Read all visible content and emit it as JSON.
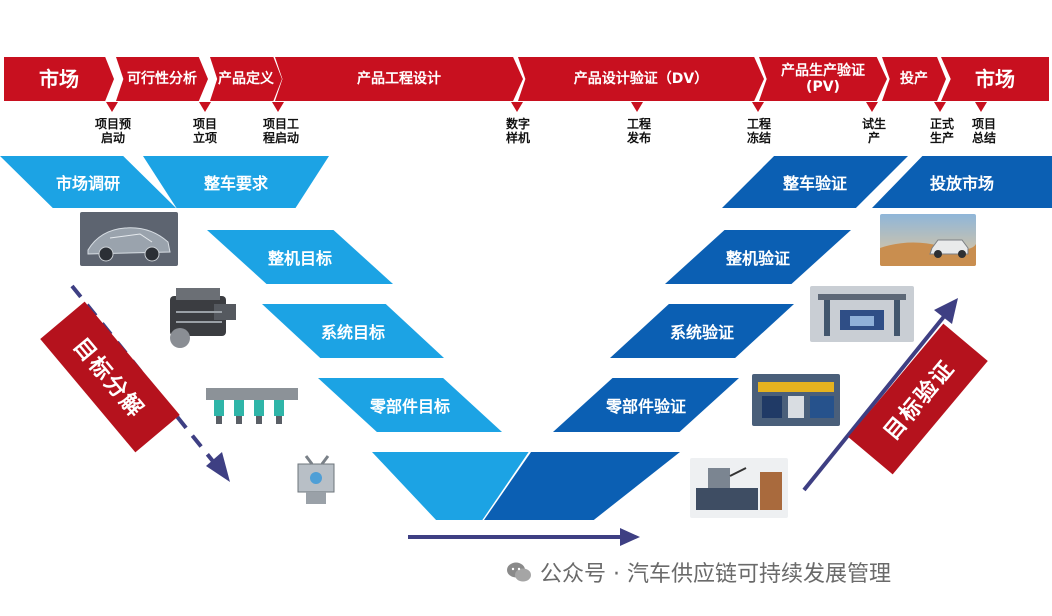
{
  "phases": [
    {
      "label": "市场"
    },
    {
      "label": "可行性分析"
    },
    {
      "label": "产品定义"
    },
    {
      "label": "产品工程设计"
    },
    {
      "label": "产品设计验证（DV）"
    },
    {
      "label": "产品生产验证\n(PV)"
    },
    {
      "label": "投产"
    },
    {
      "label": "市场"
    }
  ],
  "milestones": [
    {
      "label": "项目预\n启动"
    },
    {
      "label": "项目\n立项"
    },
    {
      "label": "项目工\n程启动"
    },
    {
      "label": "数字\n样机"
    },
    {
      "label": "工程\n发布"
    },
    {
      "label": "工程\n冻结"
    },
    {
      "label": "试生\n产"
    },
    {
      "label": "正式\n生产"
    },
    {
      "label": "项目\n总结"
    }
  ],
  "left_stages": [
    {
      "label": "市场调研"
    },
    {
      "label": "整车要求"
    },
    {
      "label": "整机目标"
    },
    {
      "label": "系统目标"
    },
    {
      "label": "零部件目标"
    }
  ],
  "right_stages": [
    {
      "label": "整车验证"
    },
    {
      "label": "投放市场"
    },
    {
      "label": "整机验证"
    },
    {
      "label": "系统验证"
    },
    {
      "label": "零部件验证"
    }
  ],
  "side_labels": {
    "left": "目标分解",
    "right": "目标验证"
  },
  "photos": [
    {
      "icon": "car-chassis-image"
    },
    {
      "icon": "engine-image"
    },
    {
      "icon": "camshaft-image"
    },
    {
      "icon": "piston-image"
    },
    {
      "icon": "suv-desert-image"
    },
    {
      "icon": "test-rig-image"
    },
    {
      "icon": "test-equipment-image"
    },
    {
      "icon": "lab-bench-image"
    }
  ],
  "watermark": "公众号 · 汽车供应链可持续发展管理",
  "colors": {
    "red": "#c8101f",
    "light_blue": "#1ca3e4",
    "dark_blue": "#0b5fb3",
    "arrow": "#3e3f83"
  }
}
